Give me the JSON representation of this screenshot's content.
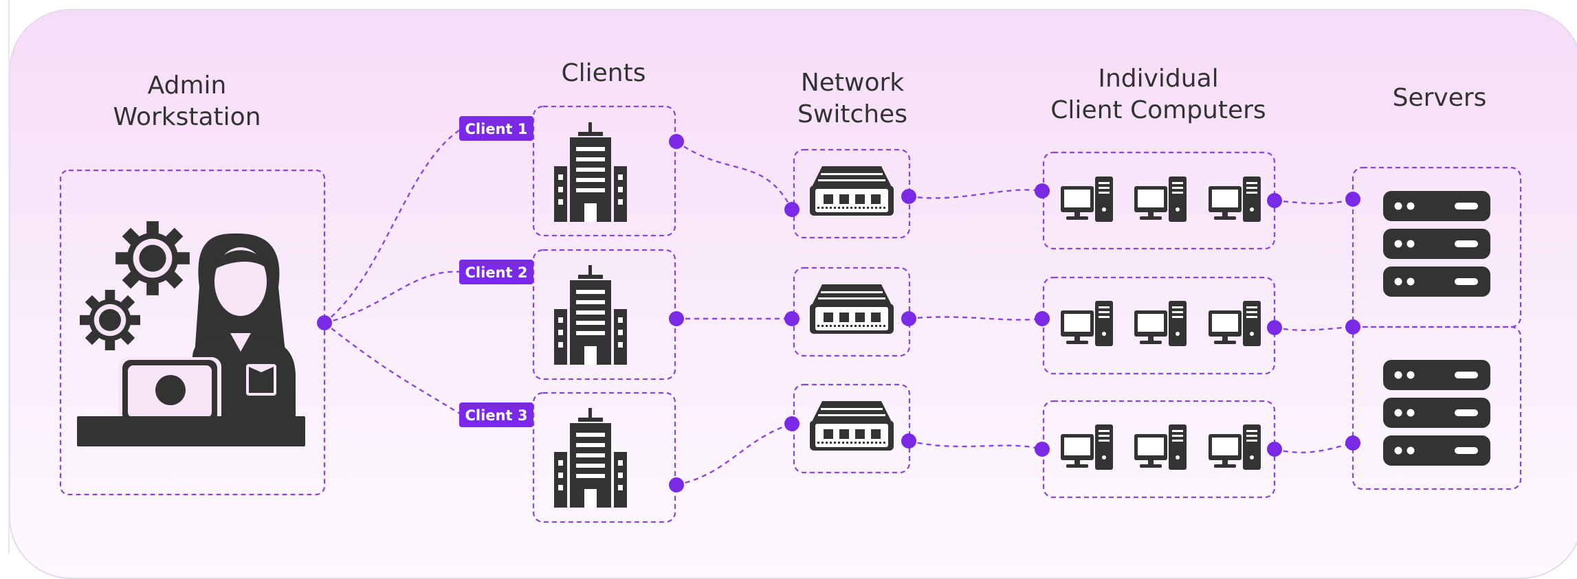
{
  "headings": {
    "admin": [
      "Admin",
      "Workstation"
    ],
    "clients": "Clients",
    "switches": [
      "Network",
      "Switches"
    ],
    "computers": [
      "Individual",
      "Client Computers"
    ],
    "servers": "Servers"
  },
  "client_tags": [
    "Client 1",
    "Client 2",
    "Client 3"
  ],
  "icons": {
    "admin": "admin-workstation-icon",
    "client": "office-building-icon",
    "switch": "network-switch-icon",
    "computer": "desktop-computer-icon",
    "server": "server-rack-icon"
  },
  "colors": {
    "accent": "#7a2ae6",
    "icon": "#333333",
    "tag_bg": "#7a2ae6"
  }
}
